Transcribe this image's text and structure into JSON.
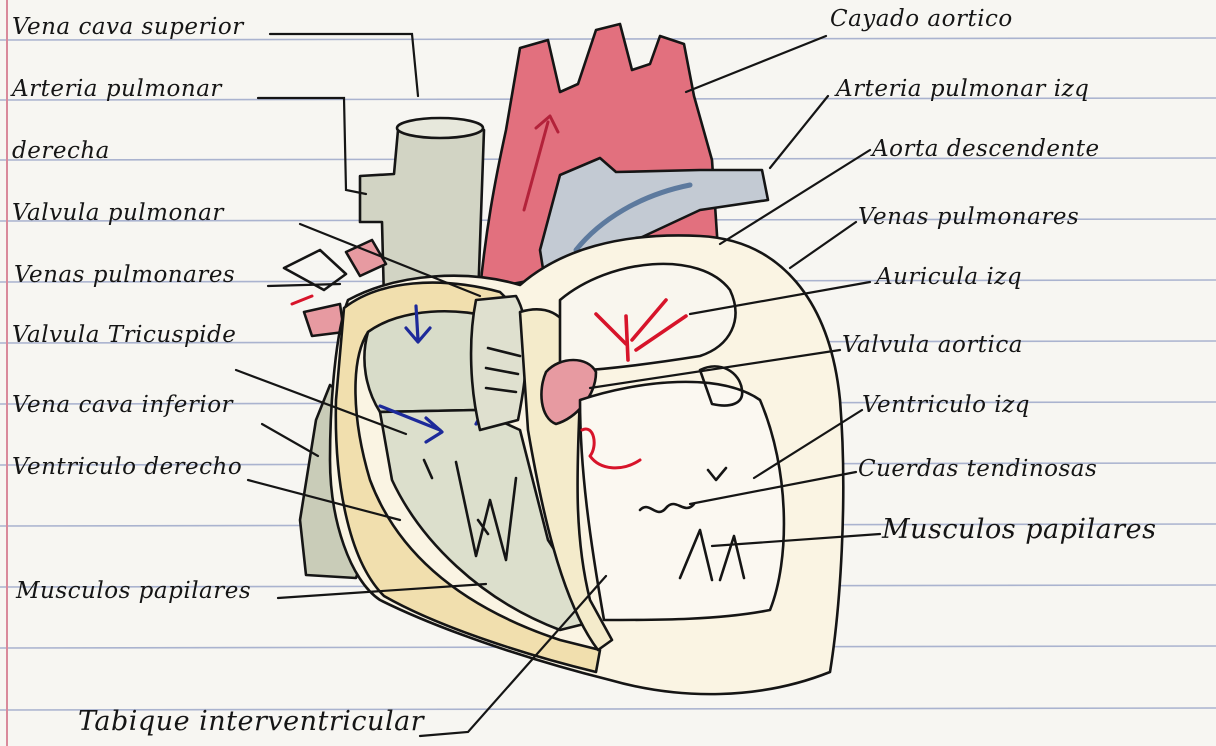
{
  "labels_left": [
    {
      "id": "vena-cava-superior",
      "text": "Vena cava superior"
    },
    {
      "id": "arteria-pulmonar-derecha-1",
      "text": "Arteria pulmonar"
    },
    {
      "id": "arteria-pulmonar-derecha-2",
      "text": "derecha"
    },
    {
      "id": "valvula-pulmonar",
      "text": "Valvula pulmonar"
    },
    {
      "id": "venas-pulmonares-left",
      "text": "Venas pulmonares"
    },
    {
      "id": "valvula-tricuspide",
      "text": "Valvula Tricuspide"
    },
    {
      "id": "vena-cava-inferior",
      "text": "Vena cava inferior"
    },
    {
      "id": "ventriculo-derecho",
      "text": "Ventriculo derecho"
    },
    {
      "id": "musculos-papilares-left",
      "text": "Musculos papilares"
    },
    {
      "id": "tabique-interventricular",
      "text": "Tabique interventricular"
    }
  ],
  "labels_right": [
    {
      "id": "cayado-aortico",
      "text": "Cayado aortico"
    },
    {
      "id": "arteria-pulmonar-izq",
      "text": "Arteria pulmonar izq"
    },
    {
      "id": "aorta-descendente",
      "text": "Aorta descendente"
    },
    {
      "id": "venas-pulmonares-right",
      "text": "Venas pulmonares"
    },
    {
      "id": "auricula-izq",
      "text": "Auricula izq"
    },
    {
      "id": "valvula-aortica",
      "text": "Valvula aortica"
    },
    {
      "id": "ventriculo-izq",
      "text": "Ventriculo izq"
    },
    {
      "id": "cuerdas-tendinosas",
      "text": "Cuerdas tendinosas"
    },
    {
      "id": "musculos-papilares-right",
      "text": "Musculos papilares"
    }
  ],
  "colors": {
    "paper": "#f7f6f2",
    "rule_line": "#aab3cf",
    "margin_line": "#d98a9b",
    "ink": "#151515",
    "aorta_red": "#e2707e",
    "vessel_blue_grey": "#c3cad3",
    "vein_grey_green": "#d2d4c4",
    "muscle_yellow": "#f1dfae",
    "arrow_blue": "#1d2a9a",
    "arrow_red": "#d7142a"
  }
}
